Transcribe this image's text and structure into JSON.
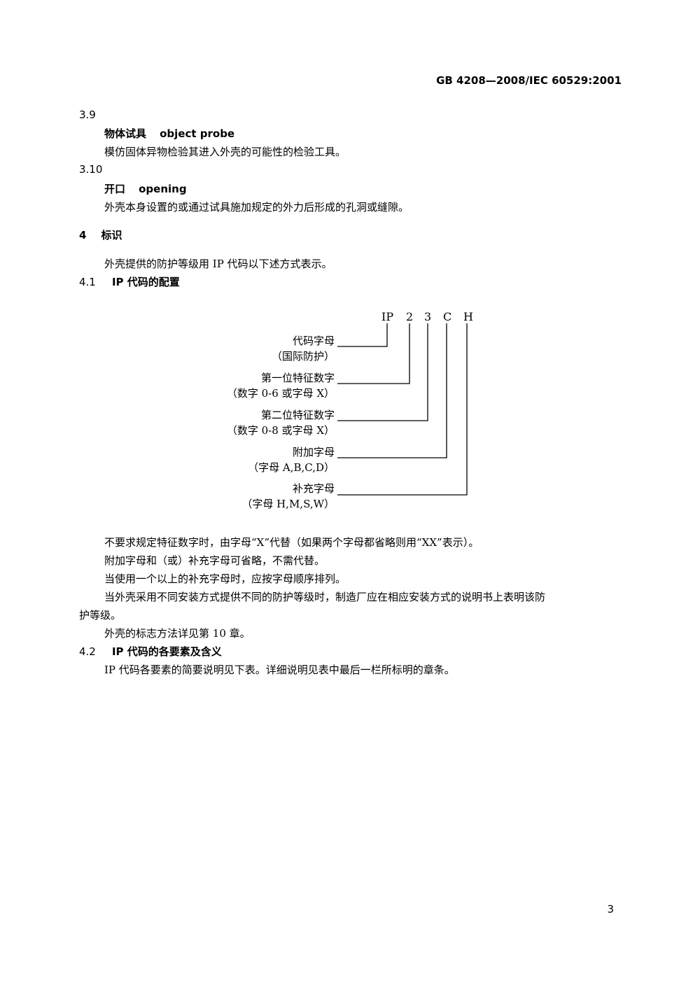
{
  "header": {
    "standard_id": "GB 4208—2008/IEC 60529:2001"
  },
  "clause_3_9": {
    "number": "3.9",
    "term_zh": "物体试具",
    "term_en": "object probe",
    "definition": "模仿固体异物检验其进入外壳的可能性的检验工具。"
  },
  "clause_3_10": {
    "number": "3.10",
    "term_zh": "开口",
    "term_en": "opening",
    "definition": "外壳本身设置的或通过试具施加规定的外力后形成的孔洞或缝隙。"
  },
  "section_4": {
    "number": "4",
    "title": "标识",
    "intro": "外壳提供的防护等级用 IP 代码以下述方式表示。"
  },
  "section_4_1": {
    "number": "4.1",
    "title": "IP 代码的配置"
  },
  "diagram": {
    "code_letters": [
      "IP",
      "2",
      "3",
      "C",
      "H"
    ],
    "labels": [
      {
        "line1": "代码字母",
        "line2": "（国际防护）"
      },
      {
        "line1": "第一位特征数字",
        "line2": "（数字 0-6 或字母 X）"
      },
      {
        "line1": "第二位特征数字",
        "line2": "（数字 0-8 或字母 X）"
      },
      {
        "line1": "附加字母",
        "line2": "（字母 A,B,C,D）"
      },
      {
        "line1": "补充字母",
        "line2": "（字母 H,M,S,W）"
      }
    ]
  },
  "notes": [
    "不要求规定特征数字时，由字母“X”代替（如果两个字母都省略则用“XX”表示）。",
    "附加字母和（或）补充字母可省略，不需代替。",
    "当使用一个以上的补充字母时，应按字母顺序排列。",
    "当外壳采用不同安装方式提供不同的防护等级时，制造厂应在相应安装方式的说明书上表明该防",
    "护等级。",
    "外壳的标志方法详见第 10 章。"
  ],
  "section_4_2": {
    "number": "4.2",
    "title": "IP 代码的各要素及含义",
    "text": "IP 代码各要素的简要说明见下表。详细说明见表中最后一栏所标明的章条。"
  },
  "footer": {
    "page_number": "3"
  }
}
